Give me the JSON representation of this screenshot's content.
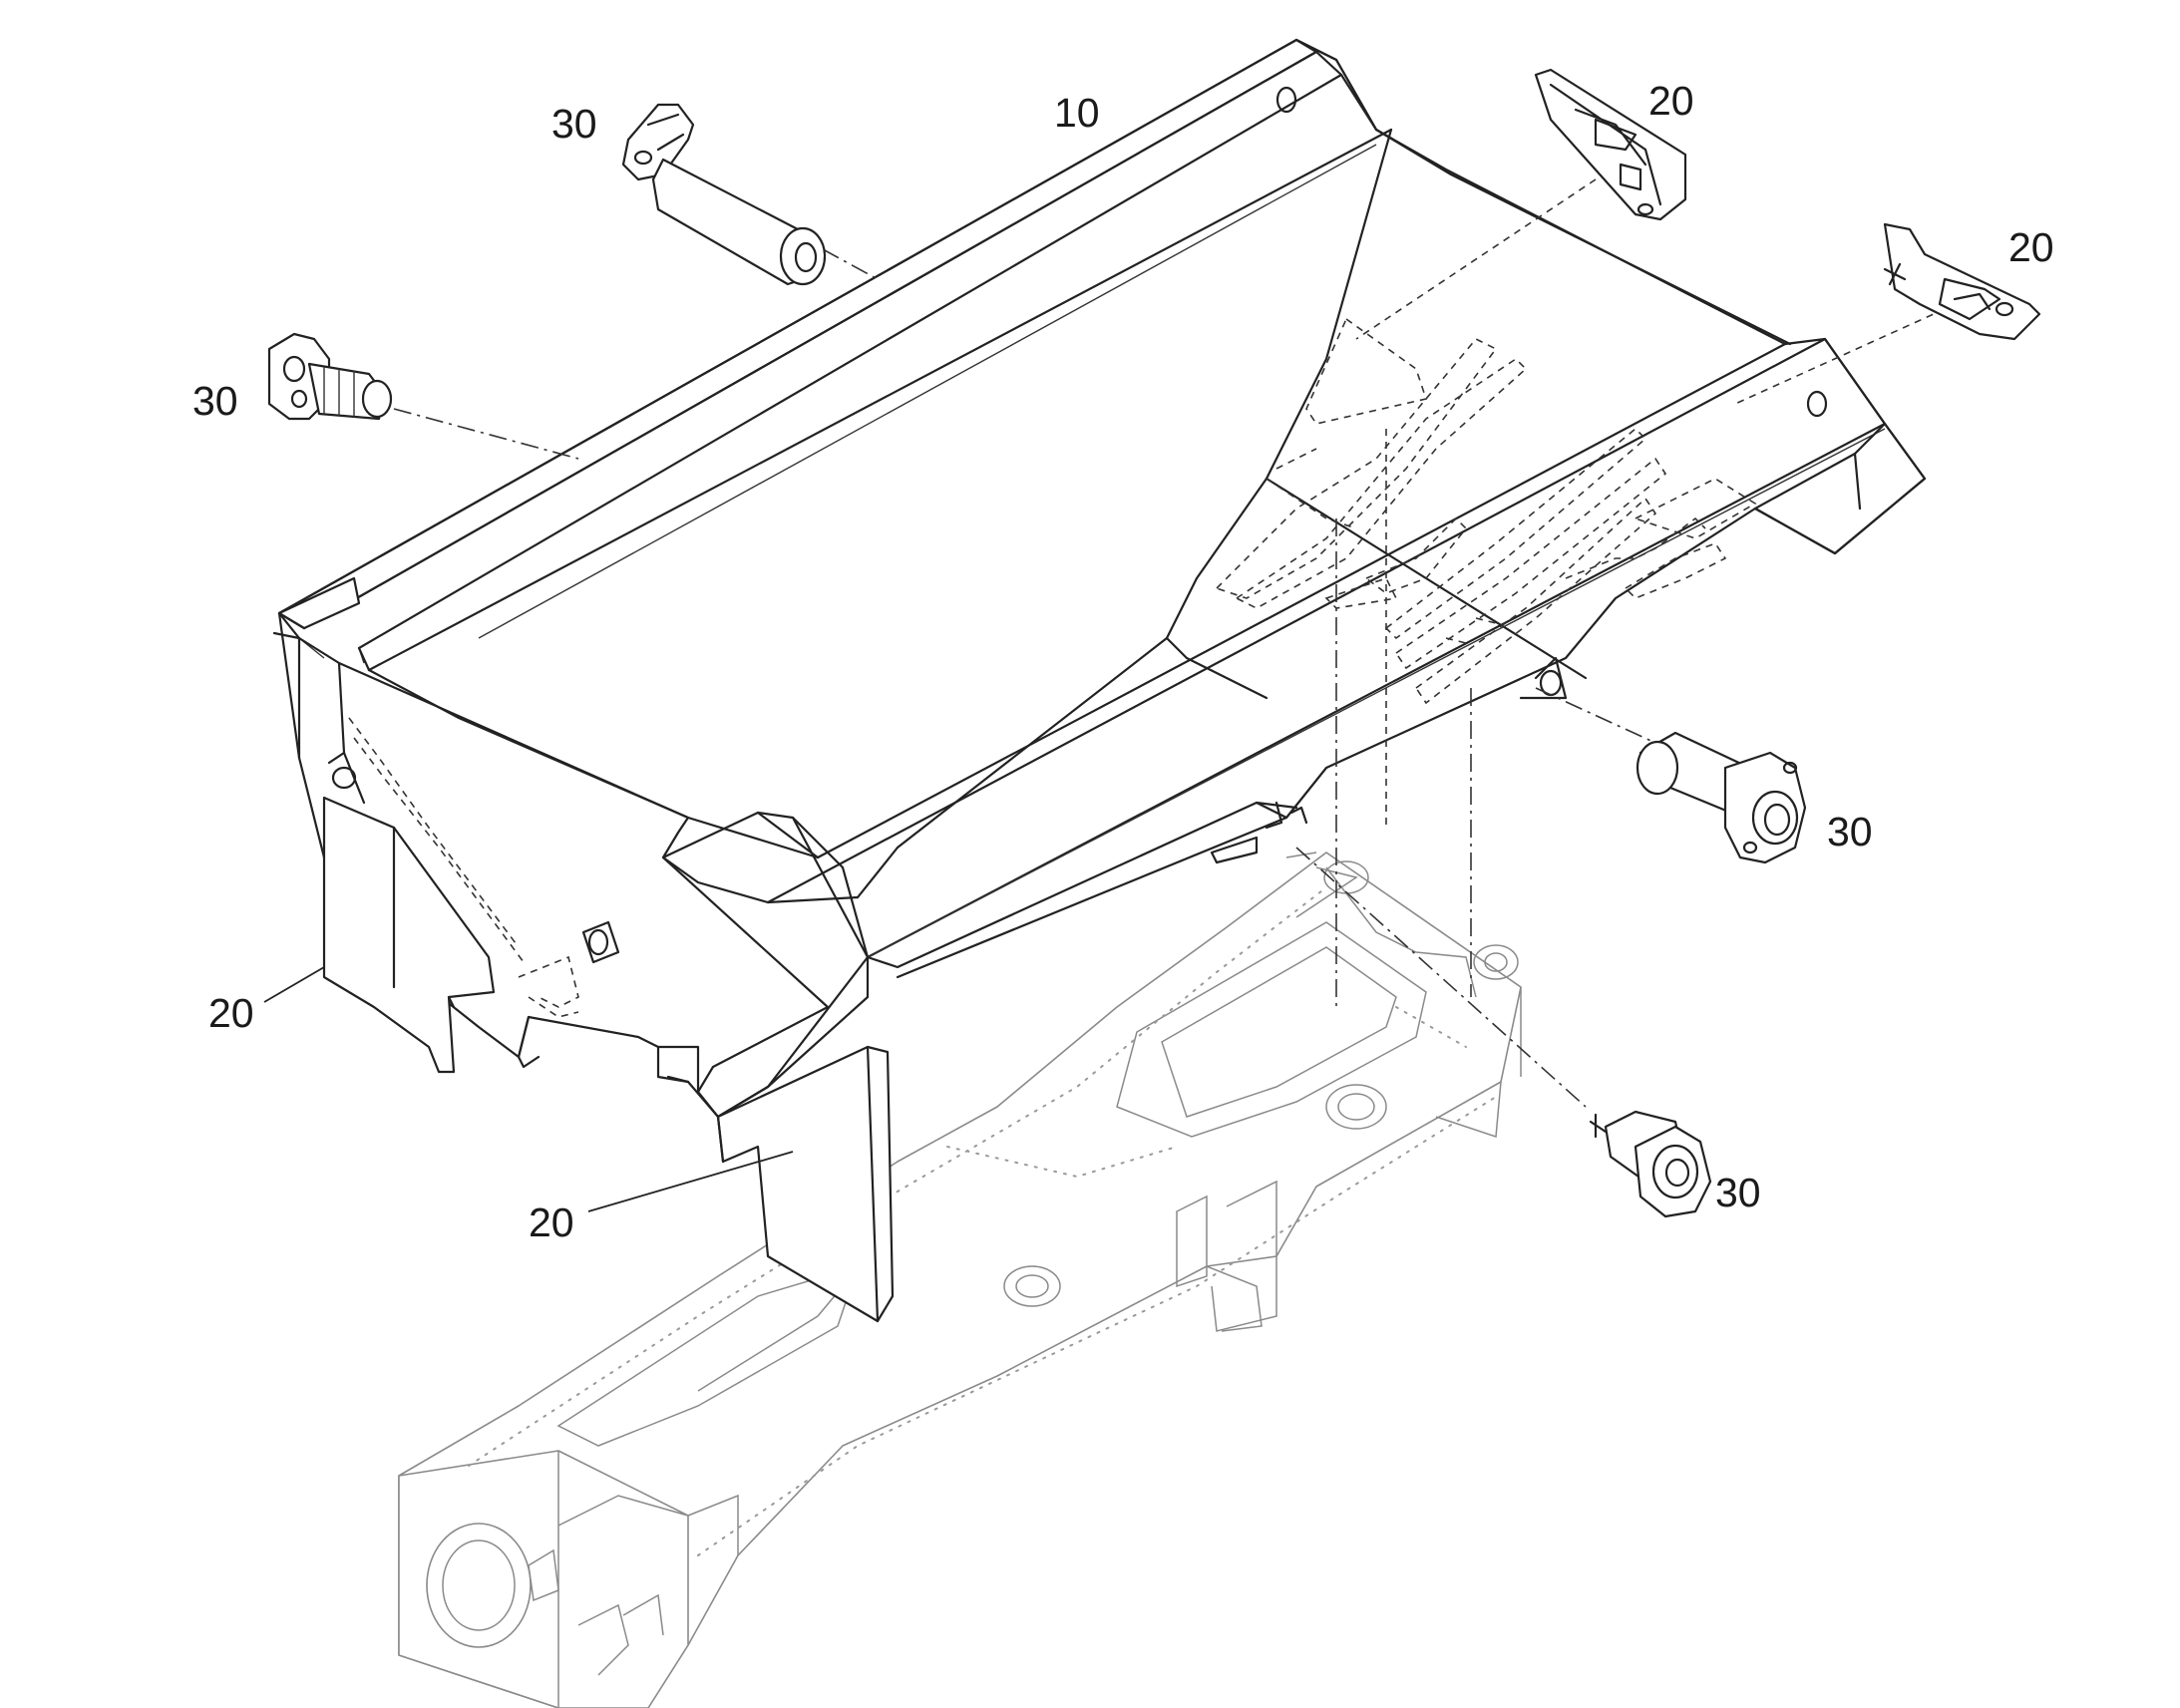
{
  "callouts": {
    "c10": "10",
    "c20_top_center": "20",
    "c20_top_right": "20",
    "c20_left": "20",
    "c20_bottom": "20",
    "c30_top": "30",
    "c30_left": "30",
    "c30_right": "30",
    "c30_bottom_right": "30"
  }
}
